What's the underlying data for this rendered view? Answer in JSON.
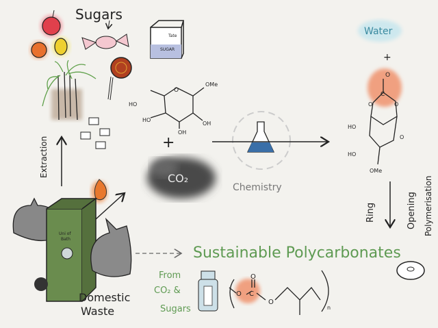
{
  "labels": {
    "sugars": "Sugars",
    "sugar_box_top": "Tate",
    "sugar_box_bottom": "SUGAR",
    "extraction": "Extraction",
    "co2": "CO₂",
    "chemistry": "Chemistry",
    "water": "Water",
    "plus": "+",
    "ring": "Ring",
    "opening": "Opening",
    "polymerisation": "Polymerisation",
    "sustainable_polycarbonates": "Sustainable Polycarbonates",
    "from_line1": "From",
    "from_line2": "CO₂ &",
    "from_line3": "Sugars",
    "domestic": "Domestic",
    "waste": "Waste",
    "bin_label_1": "Uni of",
    "bin_label_2": "Bath",
    "polymer_n": "n"
  },
  "molecule_sugar": {
    "ho_top": "HO",
    "ome": "OMe",
    "ho_left": "HO",
    "oh_right": "OH",
    "oh_bottom": "OH",
    "ring_o": "O"
  },
  "molecule_cyclic": {
    "ho_1": "HO",
    "ho_2": "HO",
    "ome": "OMe",
    "o_1": "O",
    "o_2": "O",
    "c": "C",
    "o_carbonyl": "O",
    "o_ring": "O"
  },
  "polymer": {
    "o_carbonyl": "O",
    "o_left": "O",
    "c": "C",
    "o_right": "O"
  },
  "colors": {
    "green_text": "#5e9a52",
    "co2_cloud": "#555555",
    "fire": "#e8782e",
    "carbonate_highlight": "#f0a080",
    "water": "#5aa8b8",
    "bin": "#5f7f45"
  }
}
